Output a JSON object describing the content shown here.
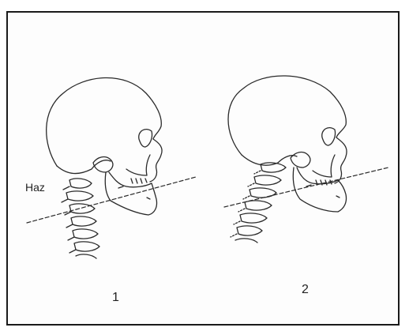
{
  "figure": {
    "beam_label": "Haz",
    "panel_1_label": "1",
    "panel_2_label": "2"
  }
}
